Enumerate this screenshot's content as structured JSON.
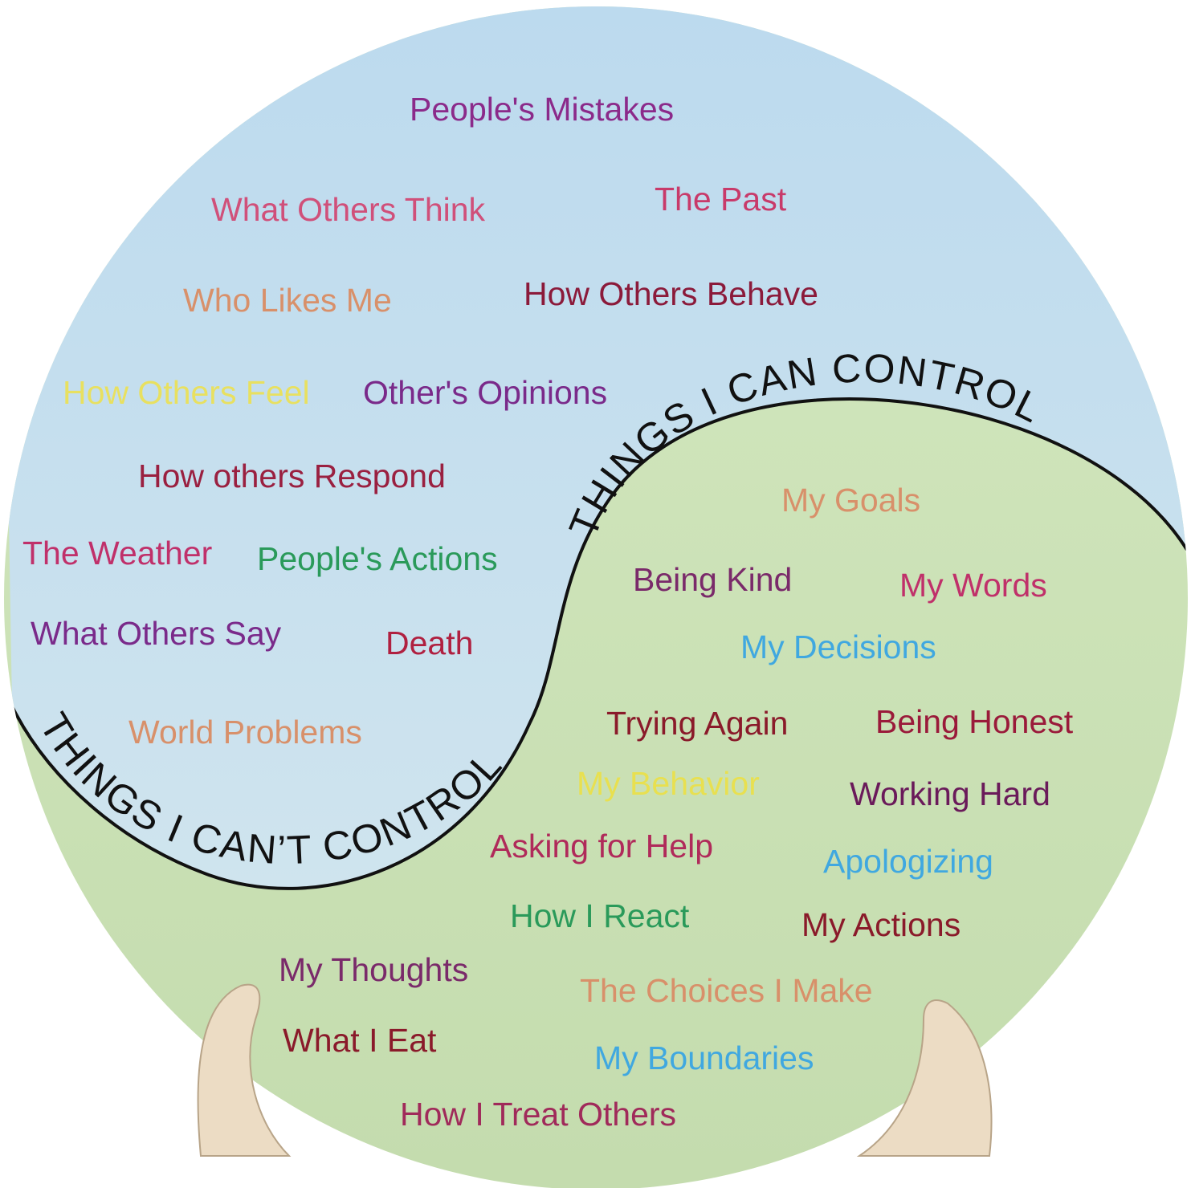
{
  "cant_control": {
    "title": "THINGS I CAN’T CONTROL",
    "items": [
      {
        "label": "People's Mistakes",
        "color": "#8b2a8a"
      },
      {
        "label": "What Others Think",
        "color": "#d0507a"
      },
      {
        "label": "The Past",
        "color": "#c83a6a"
      },
      {
        "label": "Who Likes Me",
        "color": "#d8906a"
      },
      {
        "label": "How Others Behave",
        "color": "#8b1a3a"
      },
      {
        "label": "How Others Feel",
        "color": "#e8e060"
      },
      {
        "label": "Other's Opinions",
        "color": "#7a2a8a"
      },
      {
        "label": "How others Respond",
        "color": "#9a2040"
      },
      {
        "label": "The Weather",
        "color": "#c0306a"
      },
      {
        "label": "People's Actions",
        "color": "#2a9a5a"
      },
      {
        "label": "What Others Say",
        "color": "#7a2a8a"
      },
      {
        "label": "Death",
        "color": "#b02040"
      },
      {
        "label": "World Problems",
        "color": "#d8906a"
      }
    ]
  },
  "can_control": {
    "title": "THINGS I CAN CONTROL",
    "items": [
      {
        "label": "My Goals",
        "color": "#d8906a"
      },
      {
        "label": "Being Kind",
        "color": "#7a2a6a"
      },
      {
        "label": "My Words",
        "color": "#c0306a"
      },
      {
        "label": "My Decisions",
        "color": "#40a8e0"
      },
      {
        "label": "Trying Again",
        "color": "#8a1a2a"
      },
      {
        "label": "Being Honest",
        "color": "#9a1a3a"
      },
      {
        "label": "My Behavior",
        "color": "#e8e050"
      },
      {
        "label": "Working Hard",
        "color": "#6a1a5a"
      },
      {
        "label": "Asking for Help",
        "color": "#b02a5a"
      },
      {
        "label": "Apologizing",
        "color": "#40a8e0"
      },
      {
        "label": "How I React",
        "color": "#2a9a5a"
      },
      {
        "label": "My Actions",
        "color": "#8a1a2a"
      },
      {
        "label": "My Thoughts",
        "color": "#7a2a6a"
      },
      {
        "label": "The Choices I Make",
        "color": "#d8906a"
      },
      {
        "label": "What I Eat",
        "color": "#8a1a2a"
      },
      {
        "label": "My Boundaries",
        "color": "#40a8e0"
      },
      {
        "label": "How I Treat Others",
        "color": "#a02a5a"
      }
    ]
  },
  "colors": {
    "blue_region": "#c6e0ee",
    "green_region": "#cde4b4",
    "divider": "#111111",
    "stand": "#ecdcc4"
  }
}
